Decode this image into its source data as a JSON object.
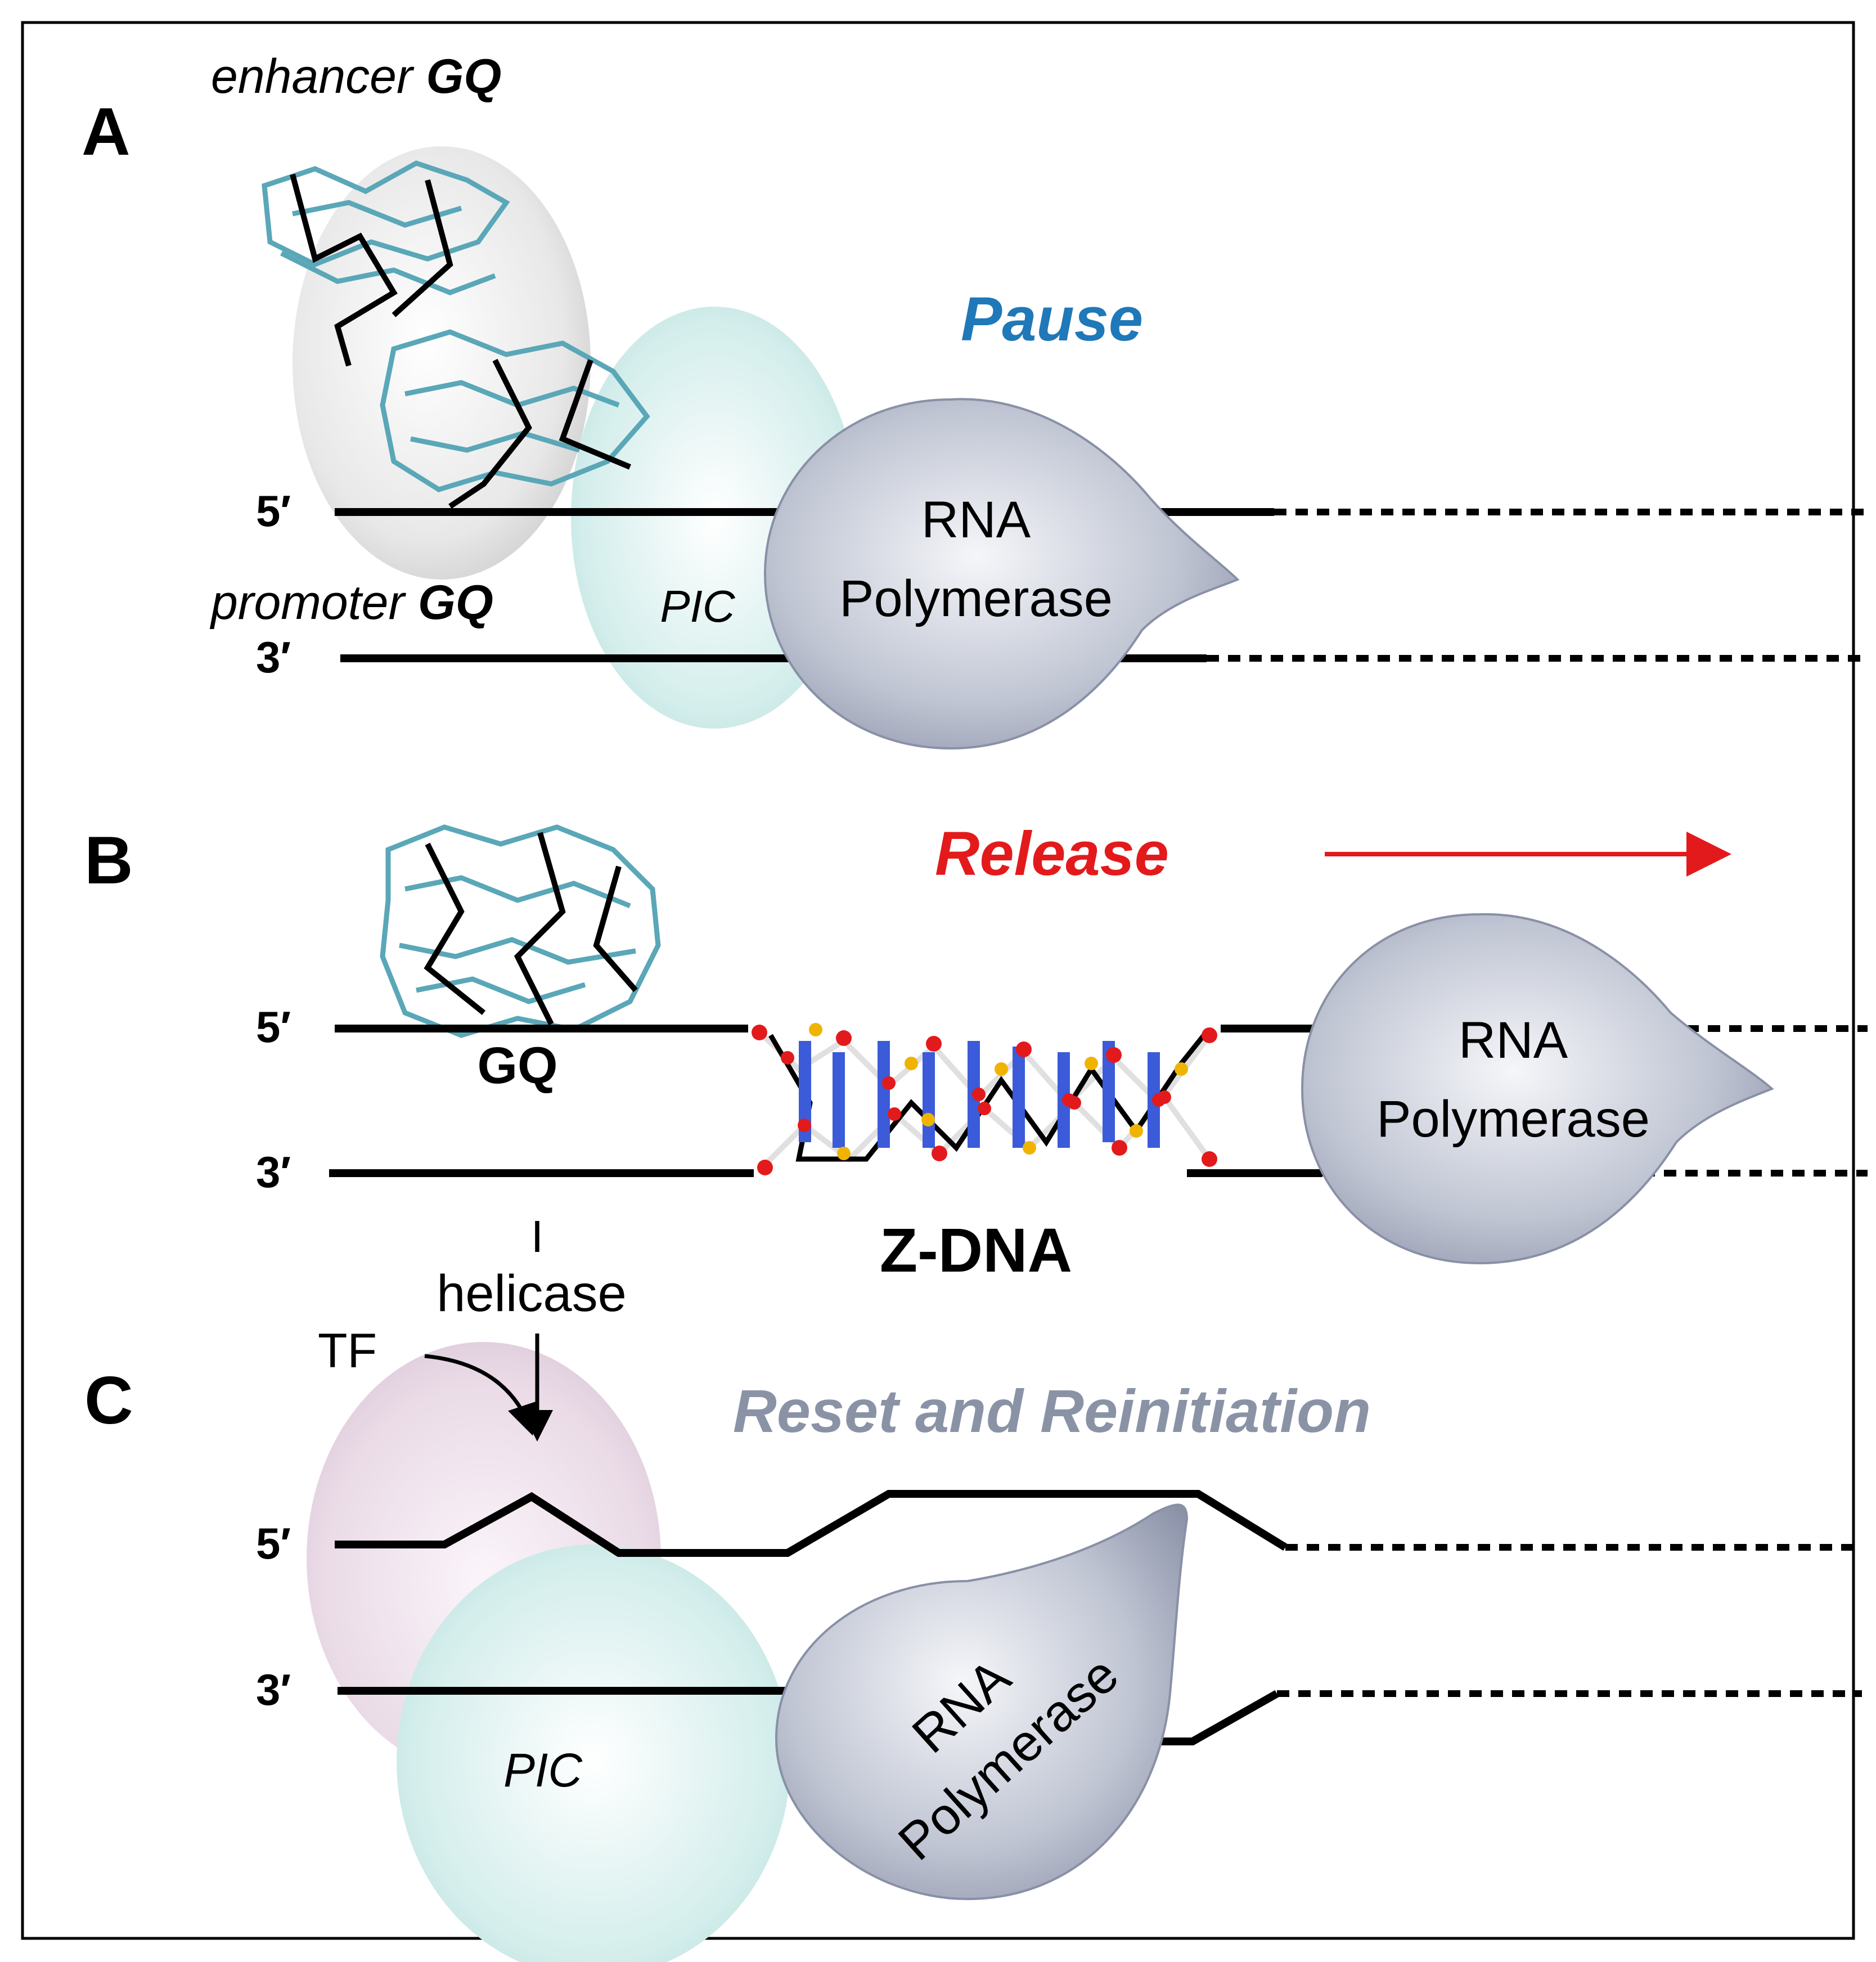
{
  "panels": {
    "a": {
      "letter": "A",
      "title": "Pause",
      "enhancer_prefix": "enhancer ",
      "enhancer_gq": "GQ",
      "promoter_prefix": "promoter ",
      "promoter_gq": "GQ",
      "strand_top": "5′",
      "strand_bottom": "3′",
      "pic": "PIC",
      "pol_line1": "RNA",
      "pol_line2": "Polymerase"
    },
    "b": {
      "letter": "B",
      "title": "Release",
      "strand_top": "5′",
      "strand_bottom": "3′",
      "gq": "GQ",
      "zdna": "Z-DNA",
      "pol_line1": "RNA",
      "pol_line2": "Polymerase"
    },
    "c": {
      "letter": "C",
      "title": "Reset and Reinitiation",
      "helicase_line1": "I",
      "helicase_line2": "helicase",
      "tf": "TF",
      "strand_top": "5′",
      "strand_bottom": "3′",
      "pic": "PIC",
      "pol_line1": "RNA",
      "pol_line2": "Polymerase"
    }
  },
  "colors": {
    "pause": "#1f78b8",
    "release": "#e31a1c",
    "reset": "#8a93a6",
    "gq_structure": "#5aa7b8",
    "polymerase": "#9aa2b8",
    "pic": "#bfe3e0",
    "enhancer_blob": "#d9d9d9",
    "tf_blob": "#e6d5e3"
  }
}
